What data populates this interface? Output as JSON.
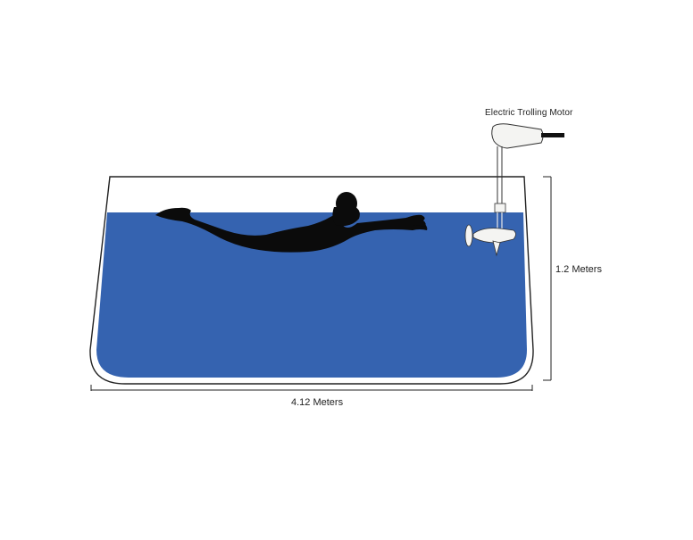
{
  "labels": {
    "motor": "Electric Trolling Motor",
    "height": "1.2 Meters",
    "width": "4.12 Meters"
  },
  "colors": {
    "water": "#3563b0",
    "tank_outline": "#222222",
    "silhouette": "#0b0b0b",
    "motor_fill": "#f4f4f2",
    "motor_outline": "#333333",
    "text": "#222222"
  },
  "icons": {
    "swimmer": "swimmer-silhouette",
    "motor": "trolling-motor-icon"
  }
}
